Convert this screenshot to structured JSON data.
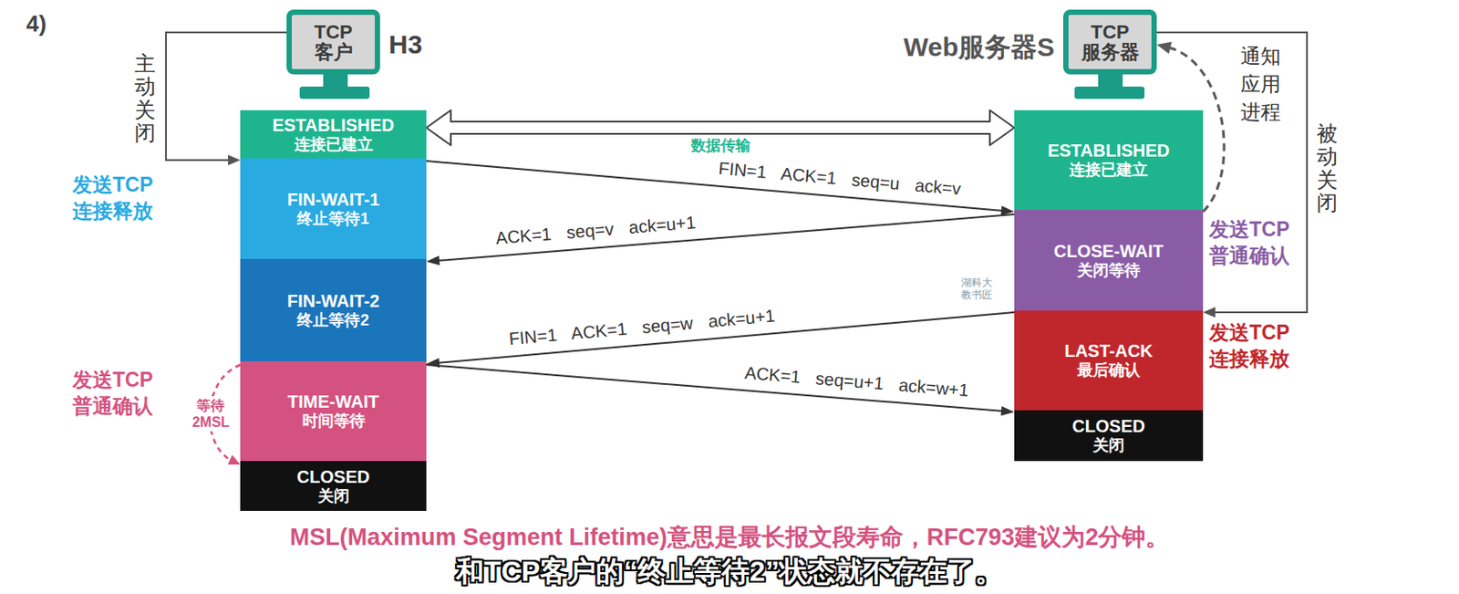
{
  "diagram": {
    "nodes": [
      {
        "text": [
          "TCP 客户"
        ]
      },
      {
        "text": [
          "TCP 服务器"
        ]
      },
      {
        "text": [
          "ESTABLISHED",
          "连接已建立"
        ]
      },
      {
        "text": [
          "FIN-WAIT-1",
          "终止等待1"
        ]
      },
      {
        "text": [
          "FIN-WAIT-2",
          "终止等待2"
        ]
      },
      {
        "text": [
          "TIME-WAIT",
          "时间等待"
        ]
      },
      {
        "text": [
          "CLOSED",
          "关闭"
        ]
      },
      {
        "text": [
          "ESTABLISHED",
          "连接已建立"
        ]
      },
      {
        "text": [
          "CLOSE-WAIT",
          "关闭等待"
        ]
      },
      {
        "text": [
          "LAST-ACK",
          "最后确认"
        ]
      },
      {
        "text": [
          "CLOSED",
          "关闭"
        ]
      }
    ],
    "edges": [
      {
        "from": 2,
        "to": 7,
        "arrow": "both",
        "label": "数据传输"
      },
      {
        "from": 3,
        "to": 8,
        "arrow": "to",
        "label": "FIN=1 ACK=1 seq=u ack=v"
      },
      {
        "from": 8,
        "to": 4,
        "arrow": "to",
        "label": "ACK=1 seq=v ack=u+1"
      },
      {
        "from": 9,
        "to": 5,
        "arrow": "to",
        "label": "FIN=1 ACK=1 seq=w ack=u+1"
      },
      {
        "from": 5,
        "to": 10,
        "arrow": "to",
        "label": "ACK=1 seq=u+1 ack=w+1"
      },
      {
        "from": 0,
        "to": 3,
        "arrow": "to"
      },
      {
        "from": 1,
        "to": 9,
        "arrow": "to"
      },
      {
        "from": 8,
        "to": 1,
        "arrow": "to"
      },
      {
        "from": 5,
        "to": 6,
        "arrow": "to",
        "label": "等待 2MSL"
      }
    ],
    "labels": [
      "4)",
      "H3",
      "Web服务器S",
      "主动关闭",
      "发送TCP 连接释放",
      "发送TCP 普通确认",
      "通知 应用 进程",
      "被动关闭",
      "发送TCP 普通确认",
      "发送TCP 连接释放",
      "湖科大教书匠",
      "MSL(Maximum Segment Lifetime)意思是最长报文段寿命，RFC793建议为2分钟。",
      "和TCP客户的“终止等待2”状态就不存在了。"
    ]
  }
}
